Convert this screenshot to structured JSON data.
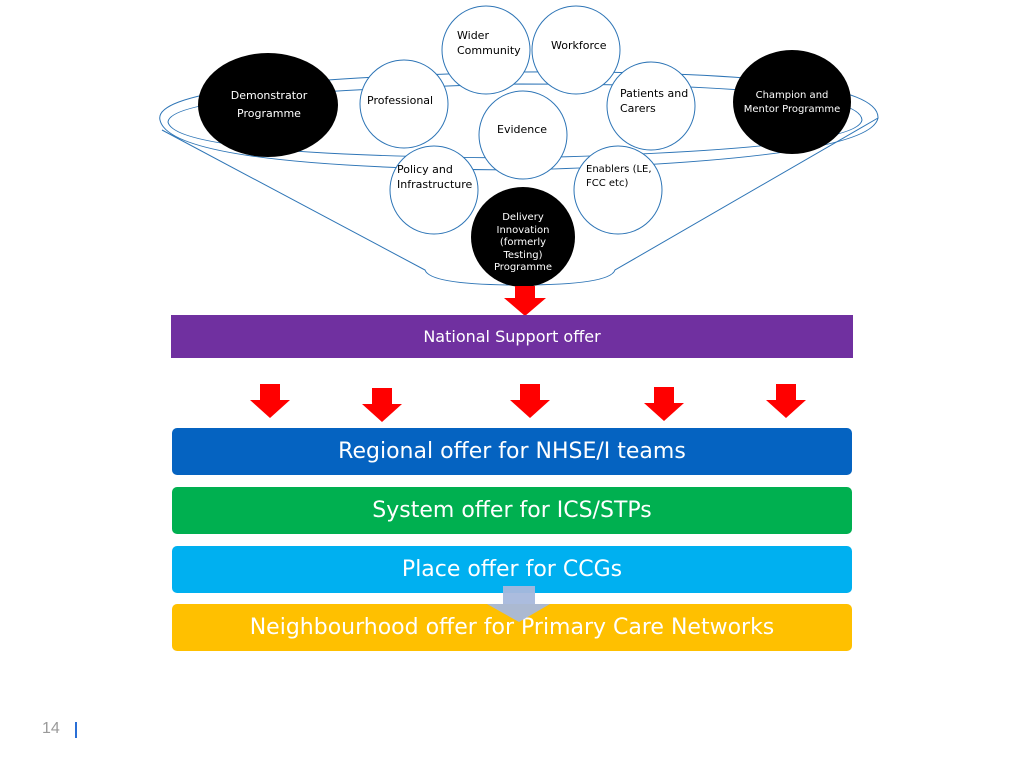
{
  "funnel": {
    "circles": {
      "wider_community": "Wider Community",
      "workforce": "Workforce",
      "professional": "Professional",
      "patients_carers": "Patients and Carers",
      "evidence": "Evidence",
      "policy_infrastructure": "Policy and Infrastructure",
      "enablers": "Enablers (LE, FCC etc)"
    },
    "programmes": {
      "demonstrator": "Demonstrator Programme",
      "champion": "Champion and Mentor Programme",
      "delivery": "Delivery Innovation (formerly Testing) Programme"
    }
  },
  "national_support": "National Support offer",
  "offers": {
    "regional": "Regional offer for NHSE/I teams",
    "system": "System offer for ICS/STPs",
    "place": "Place offer for CCGs",
    "neighbourhood": "Neighbourhood offer for Primary Care Networks"
  },
  "colors": {
    "national": "#7030a0",
    "regional": "#0563c1",
    "system": "#00b050",
    "place": "#00b0f0",
    "neighbourhood": "#ffc000",
    "arrow": "#ff0000",
    "circle_stroke": "#2e75b6",
    "programme_fill": "#000000",
    "down_arrow": "#a6b8dc"
  },
  "footer": {
    "page_number": "14"
  }
}
